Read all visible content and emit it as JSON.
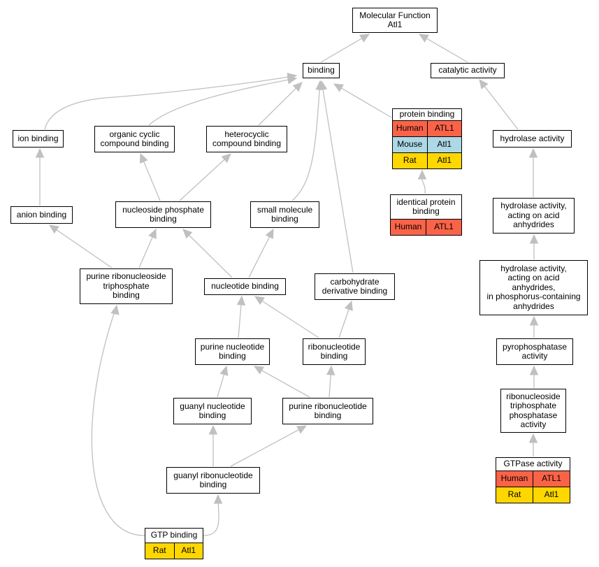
{
  "colors": {
    "edge": "#c0c0c0",
    "Human": "#fb6348",
    "Mouse": "#add8e6",
    "Rat": "#ffd700"
  },
  "nodes": [
    {
      "id": "mf",
      "label": "Molecular Function\nAtl1"
    },
    {
      "id": "binding",
      "label": "binding"
    },
    {
      "id": "catalytic",
      "label": "catalytic activity"
    },
    {
      "id": "ion",
      "label": "ion binding"
    },
    {
      "id": "occ",
      "label": "organic cyclic\ncompound binding"
    },
    {
      "id": "hcc",
      "label": "heterocyclic\ncompound binding"
    },
    {
      "id": "protein",
      "label": "protein binding",
      "rows": [
        [
          "Human",
          "ATL1"
        ],
        [
          "Mouse",
          "Atl1"
        ],
        [
          "Rat",
          "Atl1"
        ]
      ]
    },
    {
      "id": "hydrolase",
      "label": "hydrolase activity"
    },
    {
      "id": "anion",
      "label": "anion binding"
    },
    {
      "id": "nsp",
      "label": "nucleoside phosphate\nbinding"
    },
    {
      "id": "smb",
      "label": "small molecule\nbinding"
    },
    {
      "id": "identical",
      "label": "identical protein\nbinding",
      "rows": [
        [
          "Human",
          "ATL1"
        ]
      ]
    },
    {
      "id": "hyd_acid",
      "label": "hydrolase activity,\nacting on acid\nanhydrides"
    },
    {
      "id": "prt",
      "label": "purine ribonucleoside\ntriphosphate\nbinding"
    },
    {
      "id": "nucleotide",
      "label": "nucleotide binding"
    },
    {
      "id": "carb",
      "label": "carbohydrate\nderivative binding"
    },
    {
      "id": "hyd_phos",
      "label": "hydrolase activity,\nacting on acid\nanhydrides,\nin phosphorus-containing\nanhydrides"
    },
    {
      "id": "purine_nt",
      "label": "purine nucleotide\nbinding"
    },
    {
      "id": "ribo_nt",
      "label": "ribonucleotide\nbinding"
    },
    {
      "id": "pyro",
      "label": "pyrophosphatase\nactivity"
    },
    {
      "id": "guanyl_nt",
      "label": "guanyl nucleotide\nbinding"
    },
    {
      "id": "purine_ribo",
      "label": "purine ribonucleotide\nbinding"
    },
    {
      "id": "rtp",
      "label": "ribonucleoside\ntriphosphate\nphosphatase\nactivity"
    },
    {
      "id": "guanyl_ribo",
      "label": "guanyl ribonucleotide\nbinding"
    },
    {
      "id": "gtpase",
      "label": "GTPase activity",
      "rows": [
        [
          "Human",
          "ATL1"
        ],
        [
          "Rat",
          "Atl1"
        ]
      ]
    },
    {
      "id": "gtp",
      "label": "GTP binding",
      "rows": [
        [
          "Rat",
          "Atl1"
        ]
      ]
    }
  ],
  "edges": [
    [
      "binding",
      "mf"
    ],
    [
      "catalytic",
      "mf"
    ],
    [
      "ion",
      "binding"
    ],
    [
      "occ",
      "binding"
    ],
    [
      "hcc",
      "binding"
    ],
    [
      "protein",
      "binding"
    ],
    [
      "smb",
      "binding"
    ],
    [
      "carb",
      "binding"
    ],
    [
      "hydrolase",
      "catalytic"
    ],
    [
      "anion",
      "ion"
    ],
    [
      "nsp",
      "occ"
    ],
    [
      "nsp",
      "hcc"
    ],
    [
      "identical",
      "protein"
    ],
    [
      "hyd_acid",
      "hydrolase"
    ],
    [
      "prt",
      "anion"
    ],
    [
      "prt",
      "nsp"
    ],
    [
      "nucleotide",
      "nsp"
    ],
    [
      "nucleotide",
      "smb"
    ],
    [
      "hyd_phos",
      "hyd_acid"
    ],
    [
      "purine_nt",
      "nucleotide"
    ],
    [
      "ribo_nt",
      "nucleotide"
    ],
    [
      "ribo_nt",
      "carb"
    ],
    [
      "pyro",
      "hyd_phos"
    ],
    [
      "guanyl_nt",
      "purine_nt"
    ],
    [
      "purine_ribo",
      "purine_nt"
    ],
    [
      "purine_ribo",
      "ribo_nt"
    ],
    [
      "rtp",
      "pyro"
    ],
    [
      "guanyl_ribo",
      "guanyl_nt"
    ],
    [
      "guanyl_ribo",
      "purine_ribo"
    ],
    [
      "gtpase",
      "rtp"
    ],
    [
      "gtp",
      "guanyl_ribo"
    ],
    [
      "gtp",
      "prt"
    ]
  ]
}
